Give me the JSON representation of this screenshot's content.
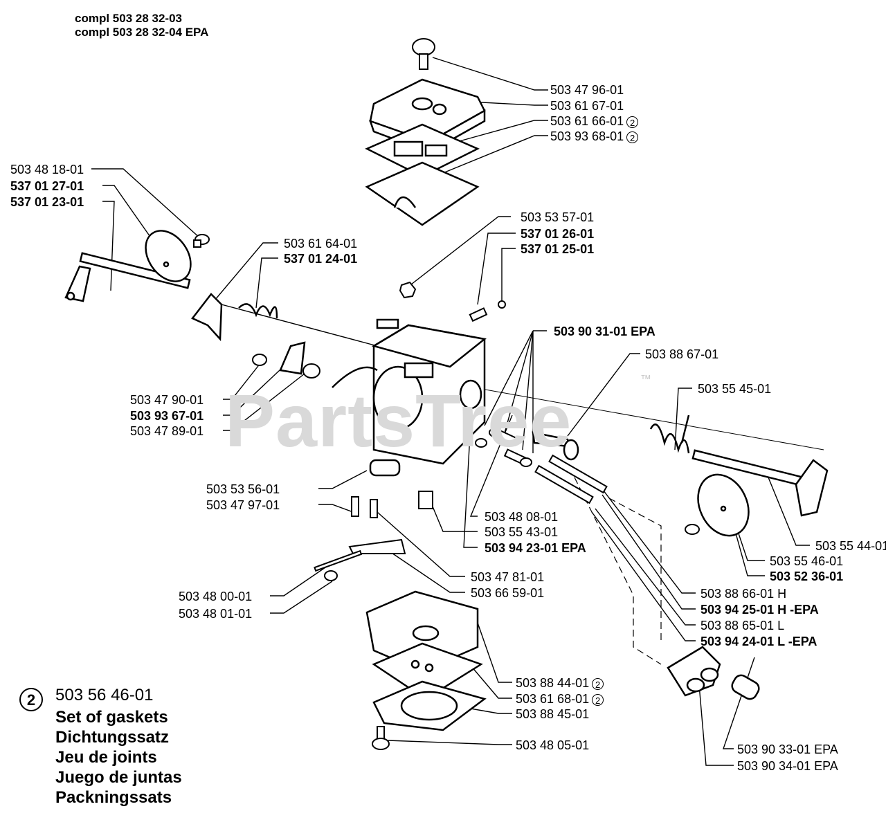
{
  "header": {
    "line1": "compl 503 28 32-03",
    "line2": "compl 503 28 32-04 EPA"
  },
  "watermark": {
    "text": "PartsTree",
    "tm": "™"
  },
  "labels": {
    "l01": "503 47 96-01",
    "l02": "503 61 67-01",
    "l03": "503 61 66-01",
    "l04": "503 93 68-01",
    "l05": "503 48 18-01",
    "l06": "537 01 27-01",
    "l07": "537 01 23-01",
    "l08": "503 53 57-01",
    "l09": "537 01 26-01",
    "l10": "537 01 25-01",
    "l11": "503 61 64-01",
    "l12": "537 01 24-01",
    "l13": "503 90 31-01 EPA",
    "l14": "503 88 67-01",
    "l15": "503 55 45-01",
    "l16": "503 47 90-01",
    "l17": "503 93 67-01",
    "l18": "503 47 89-01",
    "l19": "503 53 56-01",
    "l20": "503 47 97-01",
    "l21": "503 48 08-01",
    "l22": "503 55 43-01",
    "l23": "503 94 23-01 EPA",
    "l24": "503 55 44-01",
    "l25": "503 55 46-01",
    "l26": "503 52 36-01",
    "l27": "503 47 81-01",
    "l28": "503 66 59-01",
    "l29": "503 88 66-01 H",
    "l30": "503 94 25-01 H -EPA",
    "l31": "503 88 65-01 L",
    "l32": "503 94 24-01 L -EPA",
    "l33": "503 48 00-01",
    "l34": "503 48 01-01",
    "l35": "503 88 44-01",
    "l36": "503 61 68-01",
    "l37": "503 88 45-01",
    "l38": "503 48 05-01",
    "l39": "503 90 33-01 EPA",
    "l40": "503 90 34-01 EPA"
  },
  "circled_ref": "2",
  "gasket_kit": {
    "ref": "2",
    "number": "503 56 46-01",
    "names": [
      "Set of gaskets",
      "Dichtungssatz",
      "Jeu de joints",
      "Juego de juntas",
      "Packningssats"
    ]
  }
}
